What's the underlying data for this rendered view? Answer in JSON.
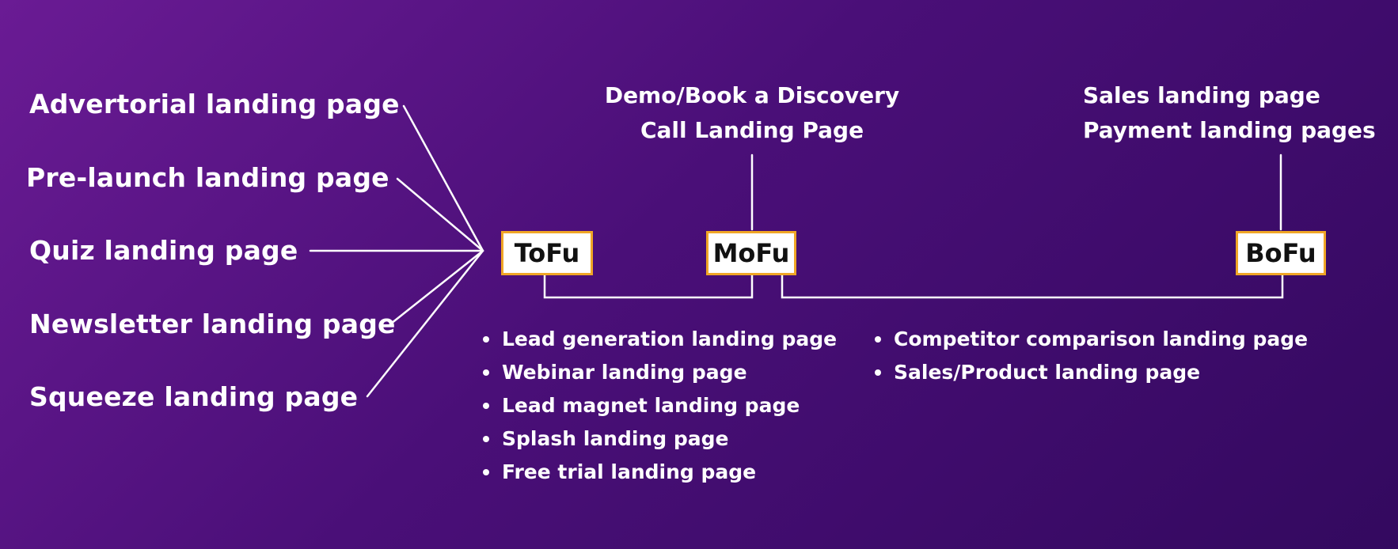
{
  "left_items": [
    "Advertorial landing page",
    "Pre-launch landing page",
    "Quiz landing page",
    "Newsletter landing page",
    "Squeeze landing page"
  ],
  "stages": {
    "tofu": "ToFu",
    "mofu": "MoFu",
    "bofu": "BoFu"
  },
  "mofu_top": {
    "line1": "Demo/Book a Discovery",
    "line2": "Call Landing Page"
  },
  "bofu_top": {
    "line1": "Sales landing page",
    "line2": "Payment landing pages"
  },
  "tofu_mofu_list": [
    "Lead generation landing page",
    "Webinar landing page",
    "Lead magnet landing page",
    "Splash landing page",
    "Free trial landing page"
  ],
  "mofu_bofu_list": [
    "Competitor comparison landing page",
    "Sales/Product landing page"
  ],
  "colors": {
    "box_border": "#f0a626",
    "box_fill": "#ffffff",
    "line": "#ffffff",
    "background_start": "#6a1b94",
    "background_end": "#33095f"
  }
}
